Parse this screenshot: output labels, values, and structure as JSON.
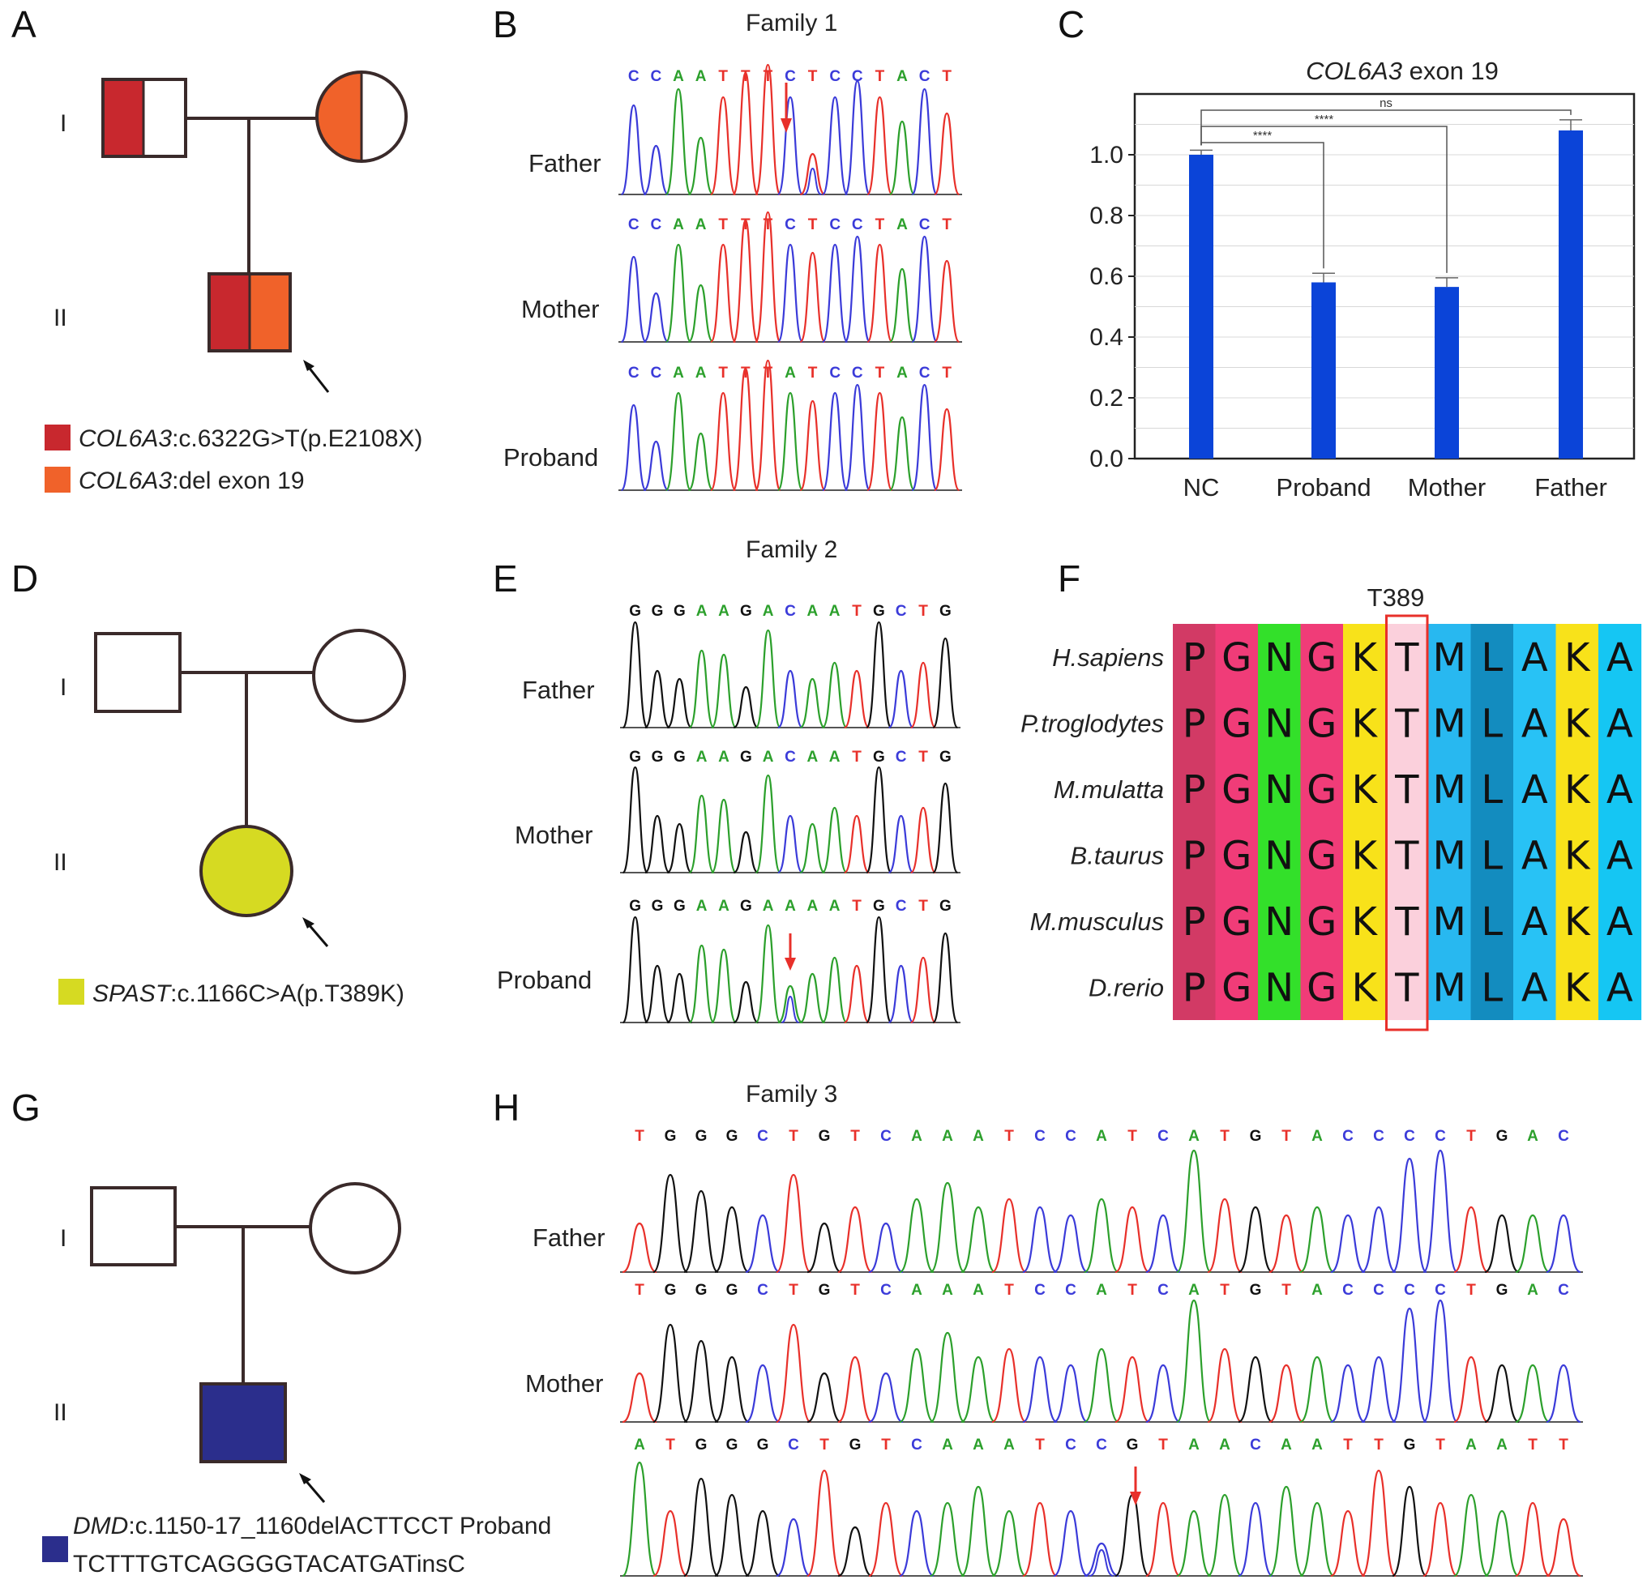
{
  "panels": {
    "A": "A",
    "B": "B",
    "C": "C",
    "D": "D",
    "E": "E",
    "F": "F",
    "G": "G",
    "H": "H"
  },
  "generations": {
    "one": "I",
    "two": "II"
  },
  "families": {
    "f1": "Family 1",
    "f2": "Family 2",
    "f3": "Family 3"
  },
  "trace_labels": {
    "father": "Father",
    "mother": "Mother",
    "proband": "Proband"
  },
  "legend_A": [
    {
      "gene": "COL6A3",
      "variant": ":c.6322G>T(p.E2108X)",
      "color": "#c8282e"
    },
    {
      "gene": "COL6A3",
      "variant": ":del exon 19",
      "color": "#f0622a"
    }
  ],
  "legend_D": {
    "gene": "SPAST",
    "variant": ":c.1166C>A(p.T389K)",
    "color": "#d6da22"
  },
  "legend_G": {
    "gene": "DMD",
    "line1": ":c.1150-17_1160delACTTCCT Proband",
    "line2": "TCTTTGTCAGGGGTACATGATinsC",
    "color": "#2b2e8c"
  },
  "colors": {
    "A": "#2ca02c",
    "C": "#3b3bd9",
    "G": "#111111",
    "T": "#e8302a",
    "bar": "#0b44d8"
  },
  "sequences": {
    "f1_father": "CCAATTTCTCCTACT",
    "f1_mother": "CCAATTTCTCCTACT",
    "f1_proband": "CCAATTTATCCTACT",
    "f2_father": "GGGAAGACAATGCTG",
    "f2_mother": "GGGAAGACAATGCTG",
    "f2_proband": "GGGAAGAAAATGCTG",
    "f3_father": "TGGGCTGTCAAATCCATCATGTACCCCTGAC",
    "f3_mother": "TGGGCTGTCAAATCCATCATGTACCCCTGAC",
    "f3_proband": "ATGGGCTGTCAAATCCGTAACAATTGTAATT"
  },
  "chart_data": {
    "type": "bar",
    "title_gene": "COL6A3",
    "title_rest": " exon 19",
    "categories": [
      "NC",
      "Proband",
      "Mother",
      "Father"
    ],
    "values": [
      1.0,
      0.58,
      0.565,
      1.08
    ],
    "errors": [
      0.015,
      0.03,
      0.03,
      0.035
    ],
    "ylim": [
      0,
      1.2
    ],
    "yticks": [
      "0.0",
      "0.2",
      "0.4",
      "0.6",
      "0.8",
      "1.0"
    ],
    "significance": [
      {
        "from": "NC",
        "to": "Proband",
        "label": "****"
      },
      {
        "from": "NC",
        "to": "Mother",
        "label": "****"
      },
      {
        "from": "NC",
        "to": "Father",
        "label": "ns"
      }
    ]
  },
  "alignment": {
    "marker": "T389",
    "species": [
      "H.sapiens",
      "P.troglodytes",
      "M.mulatta",
      "B.taurus",
      "M.musculus",
      "D.rerio"
    ],
    "residues": [
      "P",
      "G",
      "N",
      "G",
      "K",
      "T",
      "M",
      "L",
      "A",
      "K",
      "A"
    ],
    "column_colors": [
      "#d23a65",
      "#f03c78",
      "#33e02a",
      "#f03c78",
      "#f8e21a",
      "#fbd0dc",
      "#28b8f0",
      "#138cbf",
      "#28c2f5",
      "#f8e21a",
      "#15c6f3"
    ]
  }
}
